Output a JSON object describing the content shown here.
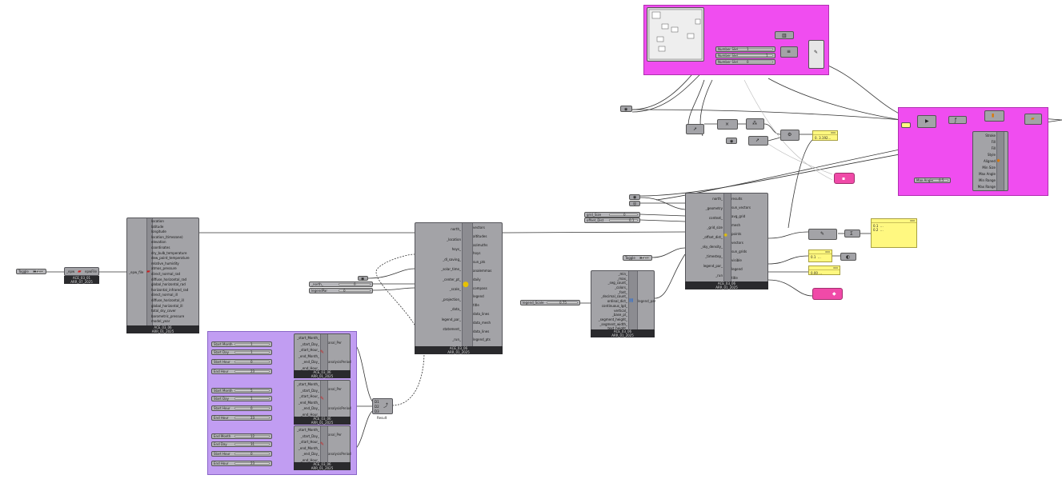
{
  "colors": {
    "canvas": "#ffffff",
    "component": "#a3a3a7",
    "group_pink": "#f249f0",
    "group_purple": "#bf9bf3",
    "panel_yellow": "#fff880",
    "button_pink": "#f04aa8",
    "wire": "#3a3a3a"
  },
  "toggle_left": {
    "label": "Toggle",
    "value": "False"
  },
  "toggle_right": {
    "label": "Toggle",
    "value": "False"
  },
  "weather_file": {
    "input": "_epw",
    "output": "epwFile",
    "footer": [
      "ACE_03_01",
      "ARR_07_2025"
    ]
  },
  "import_epw": {
    "input": "_epw_file",
    "outputs": [
      "location",
      "latitude",
      "longitude",
      "location_(timezone)",
      "elevation",
      "coordinates",
      "dry_bulb_temperature",
      "dew_point_temperature",
      "relative_humidity",
      "atmos_pressure",
      "direct_normal_rad",
      "diffuse_horizontal_rad",
      "global_horizontal_rad",
      "horizontal_infrared_rad",
      "direct_normal_ill",
      "diffuse_horizontal_ill",
      "global_horizontal_ill",
      "total_sky_cover",
      "barometric_pressure",
      "model_year"
    ],
    "footer": [
      "ACE_03_06",
      "ARR_01_2025"
    ]
  },
  "analysis_periods": [
    {
      "inputs": [
        "_start_Month_",
        "_start_Day_",
        "_start_Hour_",
        "_end_Month_",
        "_end_Day_",
        "_end_Hour_"
      ],
      "outputs": [
        "anal_Per",
        "analysisPeriod"
      ],
      "sliders": [
        {
          "label": "Start Month",
          "value": "1"
        },
        {
          "label": "Start Day",
          "value": "1"
        },
        {
          "label": "Start Hour",
          "value": "0"
        },
        {
          "label": "End Hour",
          "value": "23"
        }
      ],
      "footer": [
        "ACE_03_06",
        "ARR_01_2025"
      ]
    },
    {
      "inputs": [
        "_start_Month_",
        "_start_Day_",
        "_start_Hour_",
        "_end_Month_",
        "_end_Day_",
        "_end_Hour_"
      ],
      "outputs": [
        "anal_Per",
        "analysisPeriod"
      ],
      "sliders": [
        {
          "label": "Start Month",
          "value": "5"
        },
        {
          "label": "Start Day",
          "value": "1"
        },
        {
          "label": "Start Hour",
          "value": "0"
        },
        {
          "label": "End Hour",
          "value": "23"
        }
      ],
      "footer": [
        "ACE_03_06",
        "ARR_01_2025"
      ]
    },
    {
      "inputs": [
        "_start_Month_",
        "_start_Day_",
        "_start_Hour_",
        "_end_Month_",
        "_end_Day_",
        "_end_Hour_"
      ],
      "outputs": [
        "anal_Per",
        "analysisPeriod"
      ],
      "sliders": [
        {
          "label": "End Month",
          "value": "12"
        },
        {
          "label": "End Day",
          "value": "31"
        },
        {
          "label": "Start Hour",
          "value": "0"
        },
        {
          "label": "End Hour",
          "value": "23"
        }
      ],
      "footer": [
        "ACE_03_06",
        "ARR_01_2025"
      ]
    }
  ],
  "merge": {
    "inputs": [
      "D1",
      "D2",
      "D3"
    ],
    "output": "Result"
  },
  "mid_sliders": [
    {
      "label": "_north_",
      "value": "0"
    },
    {
      "label": "legendPar",
      "value": "0"
    }
  ],
  "sunpath": {
    "inputs": [
      "north_",
      "_location",
      "hoys_",
      "_dl_saving_",
      "_solar_time_",
      "_center_pt_",
      "_scale_",
      "_projection_",
      "_data_",
      "legend_par_",
      "statement_",
      "_run_"
    ],
    "outputs": [
      "vectors",
      "altitudes",
      "azimuths",
      "hoys",
      "sun_pts",
      "analemmas",
      "daily",
      "compass",
      "legend",
      "title",
      "data_lines",
      "data_mesh",
      "data_lines",
      "legend_pts"
    ],
    "footer": [
      "ACE_03_06",
      "ARR_01_2025"
    ]
  },
  "legend_component": {
    "inputs": [
      "_min_",
      "_max_",
      "_seg_count_",
      "_colors_",
      "_font_",
      "_decimal_count_",
      "ordinal_dict_",
      "continuous_lgd_",
      "vertical_",
      "_base_pl_",
      "_segment_height_",
      "_segment_width_",
      "_text_height_"
    ],
    "output": "legend_par",
    "footer": [
      "ACE_03_06",
      "ARR_01_2025"
    ]
  },
  "legend_slider": {
    "label": "legend_Scale",
    "value": "0.75"
  },
  "big_component": {
    "inputs": [
      "north_",
      "_geometry",
      "context_",
      "_grid_size",
      "_offset_dist_",
      "_sky_density_",
      "_timestep_",
      "legend_par_",
      "_run"
    ],
    "outputs": [
      "results",
      "sun_vectors",
      "avg_grid",
      "mesh",
      "points",
      "vectors",
      "sun_grids",
      "visible",
      "legend",
      "title"
    ],
    "sliders": [
      {
        "label": "grid_Size",
        "value": "0"
      },
      {
        "label": "offset_Dist",
        "value": "0.1"
      }
    ],
    "footer": [
      "ACE_03_06",
      "ARR_01_2025"
    ]
  },
  "toggle_mid": {
    "label": "Toggle",
    "value": "False"
  },
  "panels": [
    {
      "header": "000",
      "text": "0. 3.192..."
    },
    {
      "header": "000",
      "text": "0.1  ...\n0.2  ..."
    },
    {
      "header": "000",
      "text": "0.1  ..."
    },
    {
      "header": "000",
      "text": "0.00 ..."
    }
  ],
  "top_group": {
    "rows": [
      {
        "label": "Number Slider",
        "value": "1"
      },
      {
        "label": "Number Slider",
        "value": "1"
      },
      {
        "label": "Number Slider",
        "value": "0"
      }
    ]
  },
  "right_group": {
    "outputs": [
      "Stroke",
      "Fill",
      "Fill",
      "Style",
      "Aligned",
      "Min Size",
      "Max Angle",
      "Min Range",
      "Max Range"
    ],
    "slider": {
      "label": "Max Angle",
      "value": "0.5"
    }
  },
  "icons": [
    "lightbulb-icon",
    "eye-icon",
    "toggle-icon",
    "gear-icon"
  ]
}
